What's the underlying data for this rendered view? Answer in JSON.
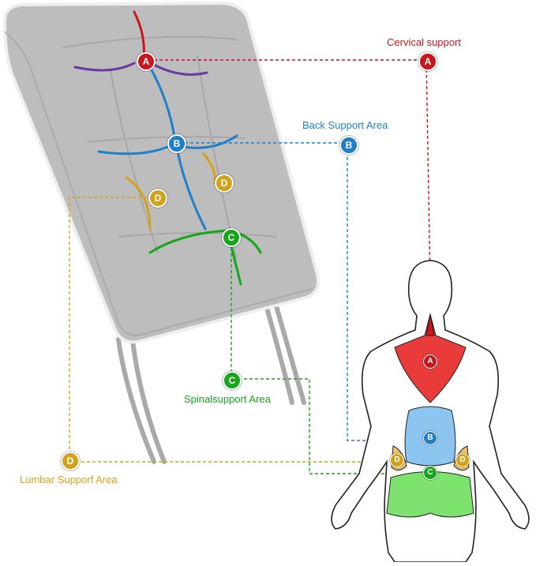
{
  "labels": {
    "cervical": "Cervical support",
    "back": "Back Support Area",
    "spinal": "Spinalsupport Area",
    "lumbar": "Lumbar Supporf Area"
  },
  "markers": {
    "a": "A",
    "b": "B",
    "c": "C",
    "d": "D"
  },
  "colors": {
    "cervical": "#c8161d",
    "back": "#1f7fc8",
    "spinal": "#16a51c",
    "lumbar": "#d4a21a",
    "cushion": "#bdbdbd",
    "cushion_edge": "#e8e8e8"
  }
}
